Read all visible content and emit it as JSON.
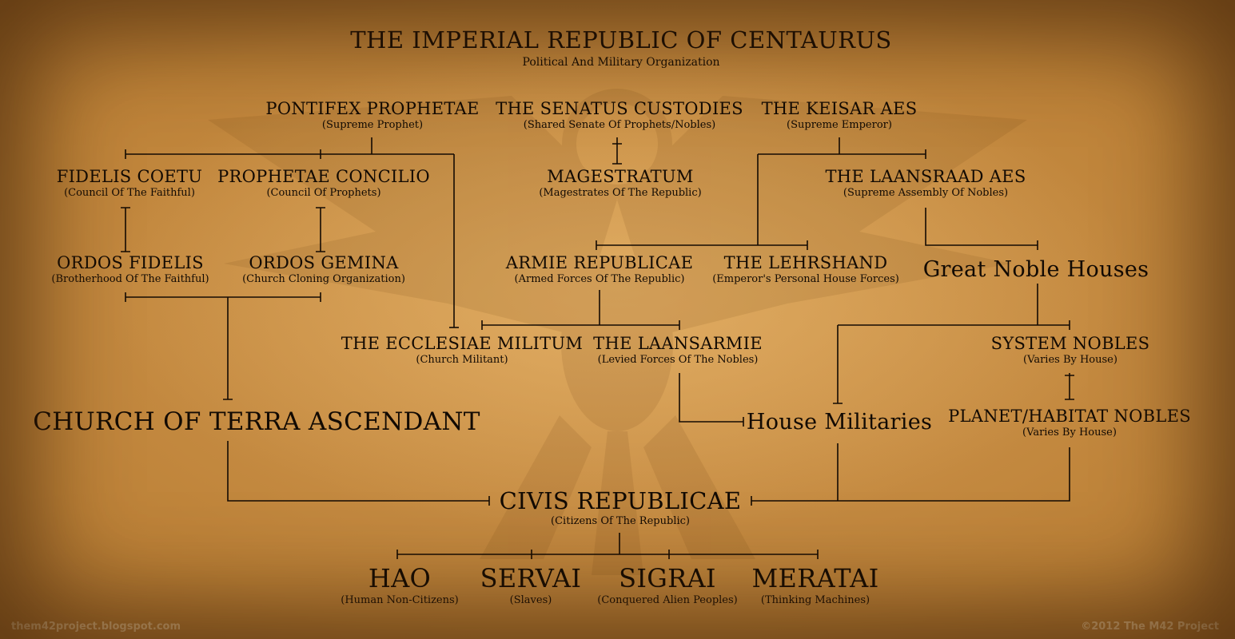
{
  "header": {
    "title": "THE IMPERIAL REPUBLIC OF CENTAURUS",
    "subtitle": "Political And Military Organization"
  },
  "nodes": {
    "pontifex": {
      "title": "PONTIFEX PROPHETAE",
      "sub": "(Supreme Prophet)"
    },
    "senatus": {
      "title": "THE SENATUS CUSTODIES",
      "sub": "(Shared Senate Of Prophets/Nobles)"
    },
    "keisar": {
      "title": "THE KEISAR AES",
      "sub": "(Supreme Emperor)"
    },
    "fidelis_coetu": {
      "title": "FIDELIS COETU",
      "sub": "(Council Of The Faithful)"
    },
    "prophetae_concilio": {
      "title": "PROPHETAE CONCILIO",
      "sub": "(Council Of Prophets)"
    },
    "magestratum": {
      "title": "MAGESTRATUM",
      "sub": "(Magestrates Of The Republic)"
    },
    "laansraad": {
      "title": "THE LAANSRAAD AES",
      "sub": "(Supreme Assembly Of Nobles)"
    },
    "ordos_fidelis": {
      "title": "ORDOS FIDELIS",
      "sub": "(Brotherhood Of The Faithful)"
    },
    "ordos_gemina": {
      "title": "ORDOS GEMINA",
      "sub": "(Church Cloning Organization)"
    },
    "armie": {
      "title": "ARMIE REPUBLICAE",
      "sub": "(Armed Forces Of The Republic)"
    },
    "lehrshand": {
      "title": "THE LEHRSHAND",
      "sub": "(Emperor's Personal House Forces)"
    },
    "great_noble": {
      "title": "Great Noble Houses"
    },
    "ecclesiae": {
      "title": "THE ECCLESIAE MILITUM",
      "sub": "(Church Militant)"
    },
    "laansarmie": {
      "title": "THE LAANSARMIE",
      "sub": "(Levied Forces Of The Nobles)"
    },
    "system_nobles": {
      "title": "SYSTEM NOBLES",
      "sub": "(Varies By House)"
    },
    "church": {
      "title": "CHURCH OF TERRA ASCENDANT"
    },
    "house_militaries": {
      "title": "House Militaries"
    },
    "planet_nobles": {
      "title": "PLANET/HABITAT NOBLES",
      "sub": "(Varies By House)"
    },
    "civis": {
      "title": "CIVIS REPUBLICAE",
      "sub": "(Citizens Of The Republic)"
    },
    "hao": {
      "title": "HAO",
      "sub": "(Human Non-Citizens)"
    },
    "servai": {
      "title": "SERVAI",
      "sub": "(Slaves)"
    },
    "sigrai": {
      "title": "SIGRAI",
      "sub": "(Conquered Alien Peoples)"
    },
    "meratai": {
      "title": "MERATAI",
      "sub": "(Thinking Machines)"
    }
  },
  "footer": {
    "left": "them42project.blogspot.com",
    "right": "©2012 The M42 Project"
  },
  "colors": {
    "ink": "#120a03",
    "parchment": "#c28a40",
    "emblem": "#7a4a1a"
  }
}
